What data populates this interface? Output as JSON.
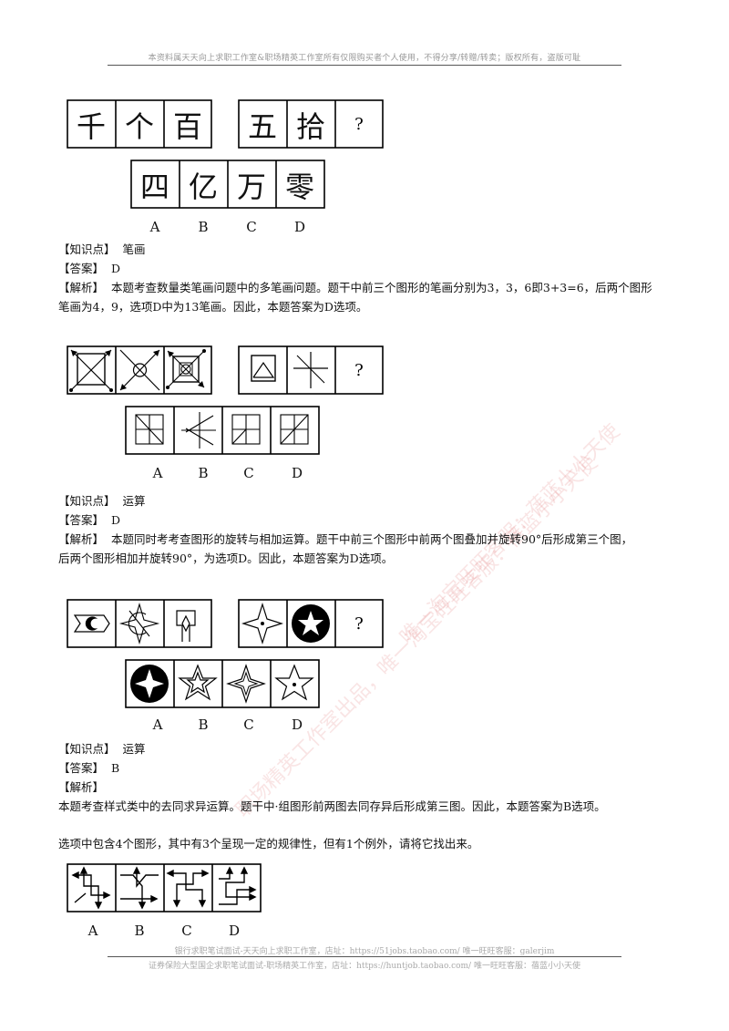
{
  "header": {
    "text": "本资料属天天向上求职工作室&职场精英工作室所有仅限购买者个人使用，不得分享/转赠/转卖；版权所有，盗版可耻"
  },
  "q1": {
    "stem": [
      "千",
      "个",
      "百",
      "五",
      "拾",
      "?"
    ],
    "options": [
      "四",
      "亿",
      "万",
      "零"
    ],
    "labels": [
      "A",
      "B",
      "C",
      "D"
    ],
    "knowledge_tag": "【知识点】",
    "knowledge": "笔画",
    "answer_tag": "【答案】",
    "answer": "D",
    "analysis_tag": "【解析】",
    "analysis_line1": "本题考查数量类笔画问题中的多笔画问题。题干中前三个图形的笔画分别为3，3，6即3+3=6，后两个图形",
    "analysis_line2": "笔画为4，9，选项D中为13笔画。因此，本题答案为D选项。"
  },
  "q2": {
    "q_mark": "?",
    "labels": [
      "A",
      "B",
      "C",
      "D"
    ],
    "knowledge_tag": "【知识点】",
    "knowledge": "运算",
    "answer_tag": "【答案】",
    "answer": "D",
    "analysis_tag": "【解析】",
    "analysis_line1": "本题同时考考查图形的旋转与相加运算。题干中前三个图形中前两个图叠加并旋转90°后形成第三个图，",
    "analysis_line2": "后两个图形相加并旋转90°，为选项D。因此，本题答案为D选项。"
  },
  "q3": {
    "q_mark": "?",
    "labels": [
      "A",
      "B",
      "C",
      "D"
    ],
    "knowledge_tag": "【知识点】",
    "knowledge": "运算",
    "answer_tag": "【答案】",
    "answer": "B",
    "analysis_tag": "【解析】",
    "analysis_line1": "本题考查样式类中的去同求异运算。题干中·组图形前两图去同存异后形成第三图。因此，本题答案为B选项。"
  },
  "q4": {
    "stem": "选项中包含4个图形，其中有3个呈现一定的规律性，但有1个例外，请将它找出来。",
    "labels": [
      "A",
      "B",
      "C",
      "D"
    ]
  },
  "watermarks": [
    "职场精英工作室出品，唯一淘宝旺旺客服：蓓蓝小小天使",
    "唯一淘宝旺旺客服：蓓蓝小小天使"
  ],
  "footer": {
    "line1": "银行求职笔试面试-天天向上求职工作室，店址：https://51jobs.taobao.com/ 唯一旺旺客服：galerjim",
    "line2": "证券保险大型国企求职笔试面试-职场精英工作室，店址：https://huntjob.taobao.com/ 唯一旺旺客服：蓓蓝小小天使"
  }
}
